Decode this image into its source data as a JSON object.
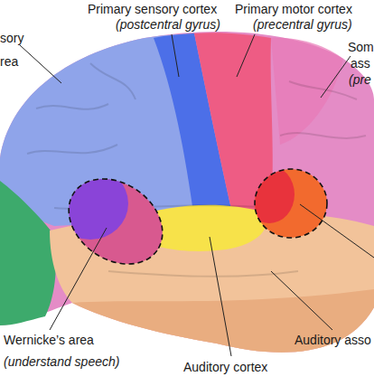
{
  "diagram": {
    "labels": [
      "Primary sensory cortex",
      "(postcentral gyrus)",
      "Primary motor cortex",
      "(precentral gyrus)",
      "Som",
      "ass",
      "(pre",
      "sory",
      "rea",
      "Wernicke’s area",
      "(understand speech)",
      "Auditory cortex",
      "Auditory asso"
    ]
  }
}
